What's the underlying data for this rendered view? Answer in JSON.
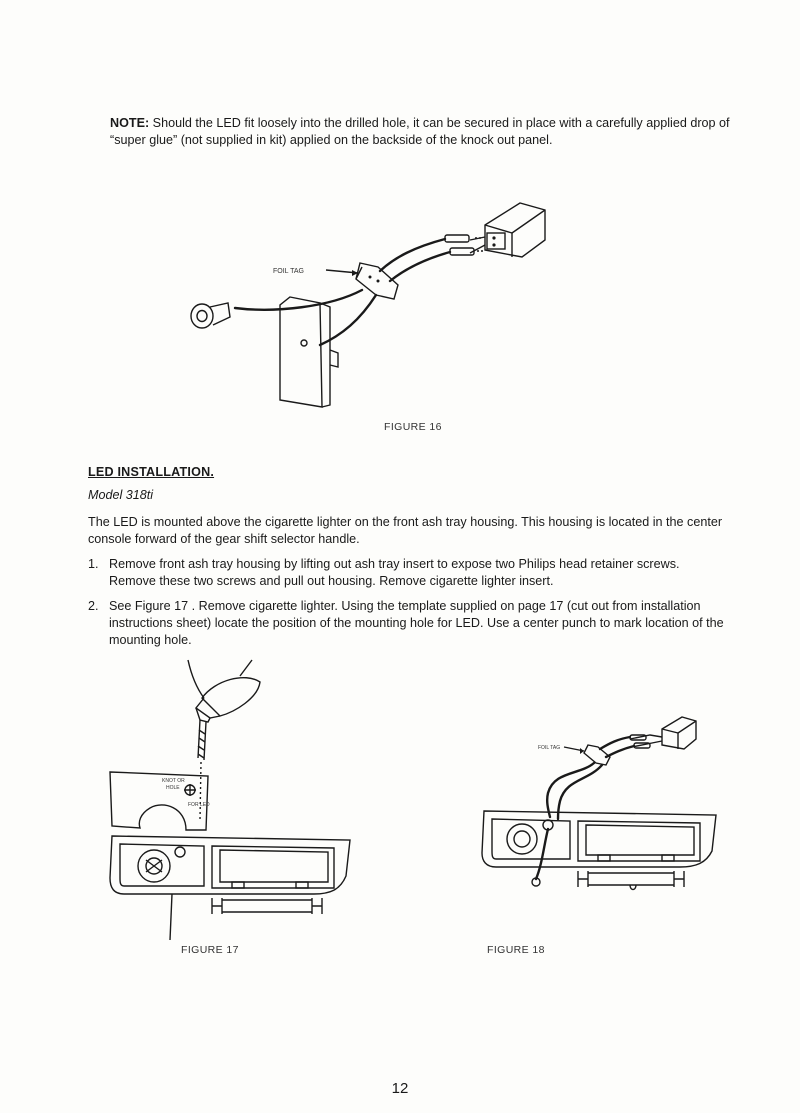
{
  "note": {
    "lead": "NOTE:",
    "text": " Should the LED fit loosely into the drilled hole, it can be secured in place with a carefully applied drop of “super glue” (not supplied in kit) applied on the backside of the knock out panel."
  },
  "figure16": {
    "caption": "FIGURE 16",
    "foil_tag_label": "FOIL TAG"
  },
  "section": {
    "title": "LED INSTALLATION.",
    "model": "Model 318ti",
    "intro": "The LED is mounted above the cigarette lighter on the front ash tray housing. This housing is located in the center console forward of the gear shift selector handle."
  },
  "steps": [
    {
      "num": "1.",
      "text": "Remove front ash tray housing by lifting out ash tray insert to expose two Philips head retainer screws. Remove these two screws and pull out housing. Remove cigarette lighter insert."
    },
    {
      "num": "2.",
      "text": "See Figure  17  . Remove cigarette lighter. Using the template supplied on page 17 (cut out from installation instructions sheet) locate the position of the mounting hole for LED. Use a center punch to mark location of the mounting hole."
    }
  ],
  "figure17": {
    "caption": "FIGURE 17",
    "template_label_1": "KNOT OR",
    "template_label_2": "HOLE",
    "template_label_3": "FOR LED"
  },
  "figure18": {
    "caption": "FIGURE 18",
    "foil_tag_label": "FOIL TAG"
  },
  "page_number": "12"
}
